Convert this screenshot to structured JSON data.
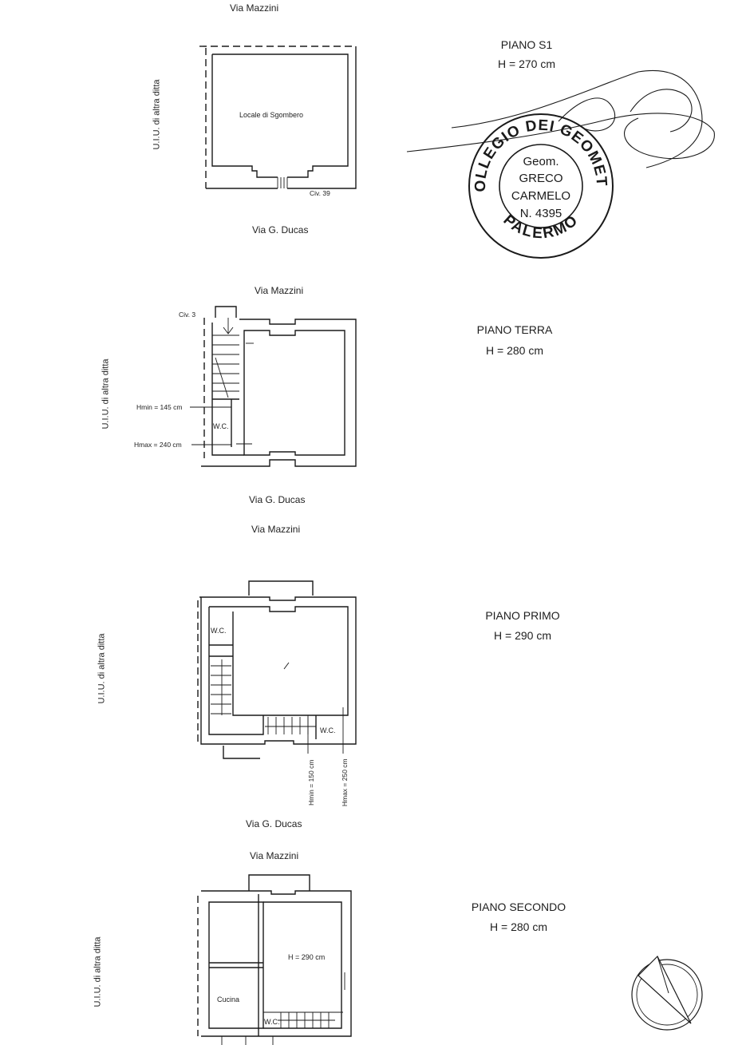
{
  "streets": {
    "s1_north": "Via Mazzini",
    "s1_south": "Via G. Ducas",
    "pt_north": "Via Mazzini",
    "pt_south": "Via G. Ducas",
    "p1_north": "Via Mazzini",
    "p1_south": "Via G. Ducas",
    "p2_north": "Via Mazzini"
  },
  "side_labels": {
    "s1": "U.I.U. di altra ditta",
    "pt": "U.I.U. di altra ditta",
    "p1": "U.I.U. di altra ditta",
    "p2": "U.I.U. di altra ditta"
  },
  "levels": [
    {
      "name": "PIANO S1",
      "height": "H = 270 cm"
    },
    {
      "name": "PIANO TERRA",
      "height": "H = 280 cm"
    },
    {
      "name": "PIANO PRIMO",
      "height": "H = 290 cm"
    },
    {
      "name": "PIANO SECONDO",
      "height": "H = 280 cm"
    }
  ],
  "rooms": {
    "s1_room": "Locale di Sgombero",
    "s1_civic": "Civ. 39",
    "pt_civic": "Civ. 3",
    "pt_wc": "W.C.",
    "pt_hmin": "Hmin = 145 cm",
    "pt_hmax": "Hmax = 240 cm",
    "p1_wc1": "W.C.",
    "p1_wc2": "W.C.",
    "p1_hmin": "Hmin = 150 cm",
    "p1_hmax": "Hmax = 250 cm",
    "p2_h": "H = 290 cm",
    "p2_cucina": "Cucina",
    "p2_wc": "W.C."
  },
  "stamp": {
    "ring_top": "COLLEGIO DEI GEOMETRI",
    "ring_bottom": "PALERMO",
    "line1": "Geom.",
    "line2": "GRECO",
    "line3": "CARMELO",
    "line4": "N. 4395"
  }
}
